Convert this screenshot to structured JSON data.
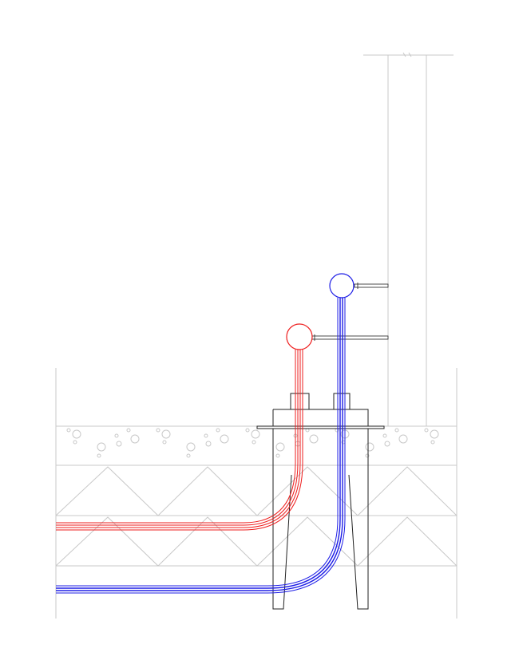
{
  "diagram": {
    "type": "plumbing-section",
    "colors": {
      "hot": "#ee1c1c",
      "cold": "#1e1ee6",
      "construction_line": "#c8c8c8",
      "outline": "#222222",
      "background": "#ffffff"
    },
    "pipes": [
      {
        "id": "hot-pipe",
        "color_key": "hot"
      },
      {
        "id": "cold-pipe",
        "color_key": "cold"
      }
    ],
    "layers": [
      "screed-with-aggregate",
      "insulation-upper",
      "insulation-lower"
    ]
  }
}
